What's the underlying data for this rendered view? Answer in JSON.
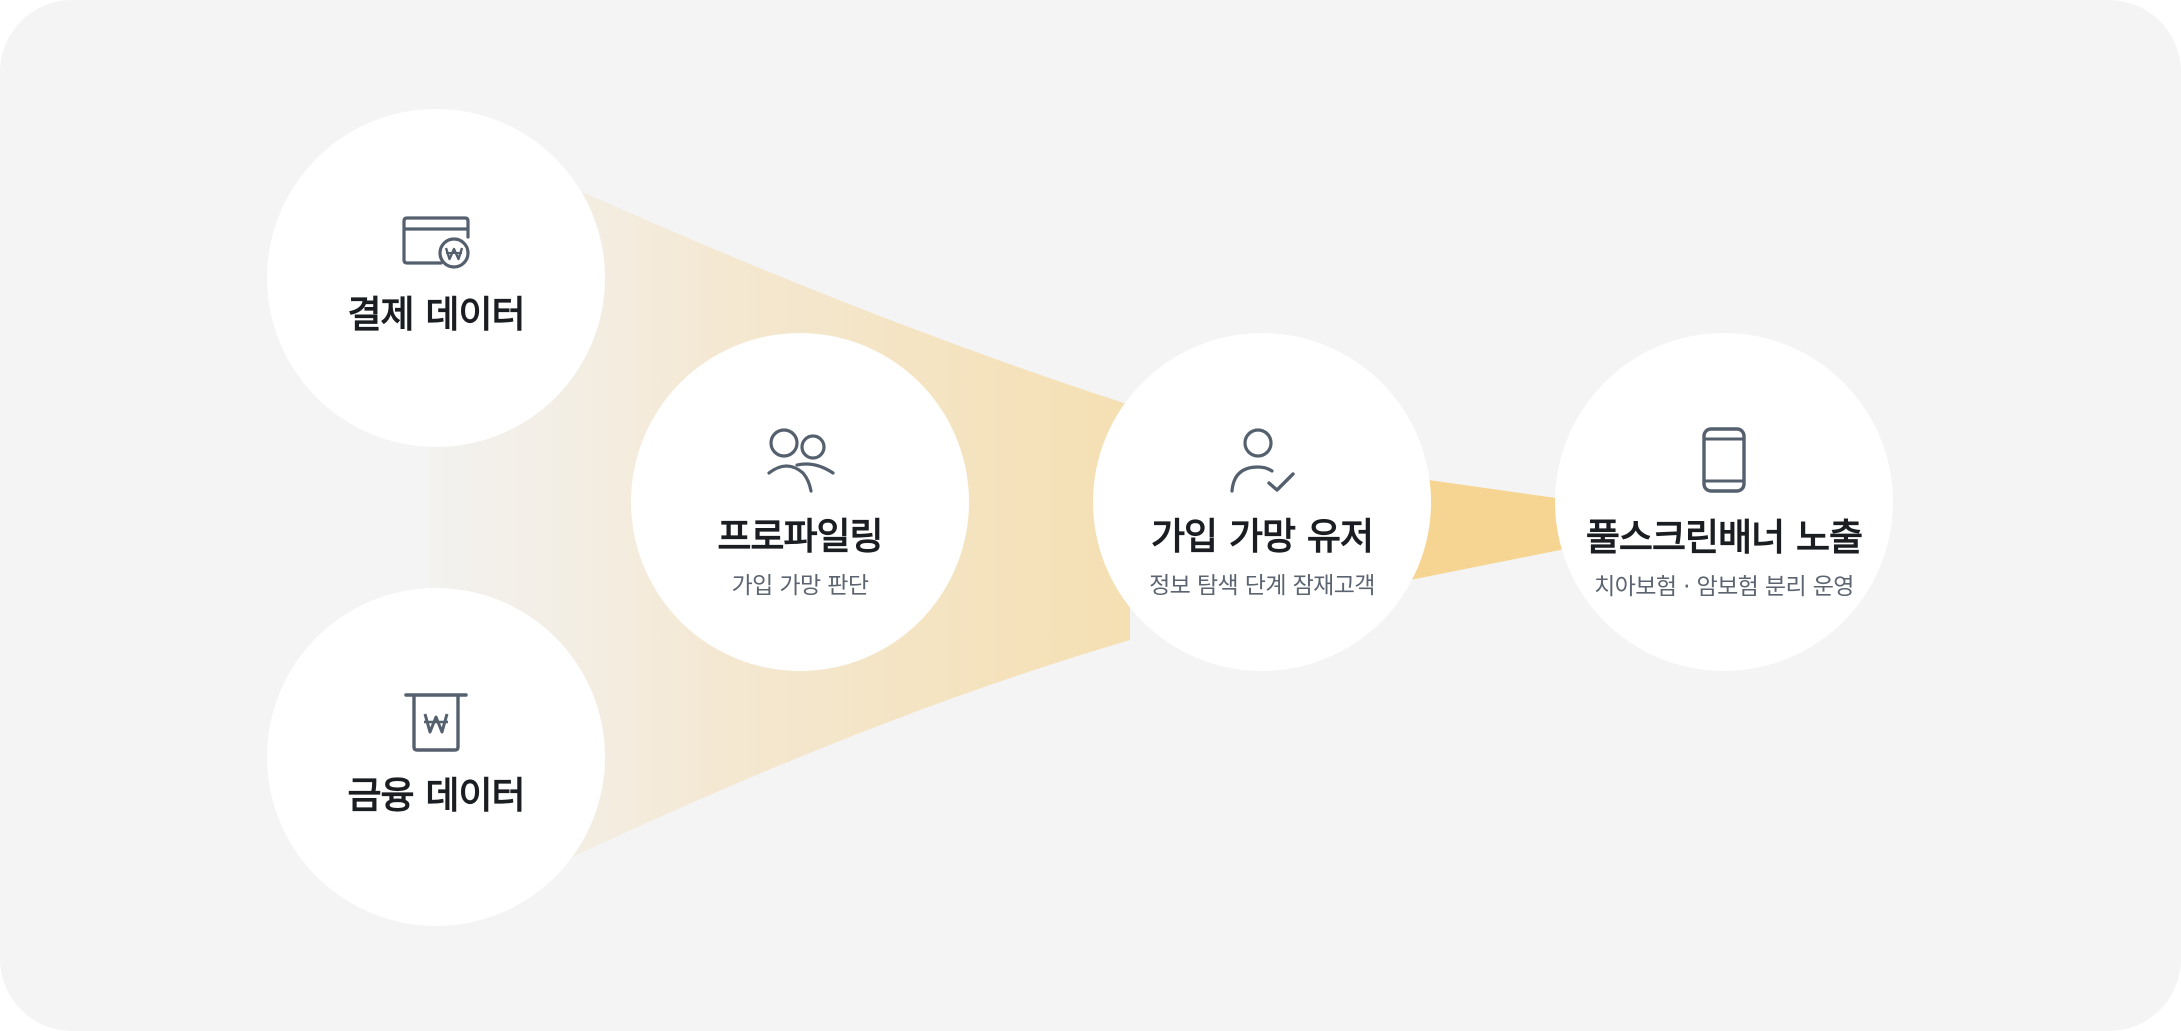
{
  "colors": {
    "background": "#f4f4f4",
    "node_fill": "#ffffff",
    "flow_start": "#f2f0ec",
    "flow_end": "#f6d592",
    "icon_stroke": "#55606e"
  },
  "nodes": {
    "payment": {
      "title": "결제 데이터",
      "icon": "card-won-icon"
    },
    "finance": {
      "title": "금융 데이터",
      "icon": "won-receipt-icon"
    },
    "profiling": {
      "title": "프로파일링",
      "subtitle": "가입 가망 판단",
      "icon": "users-icon"
    },
    "user": {
      "title": "가입 가망 유저",
      "subtitle": "정보 탐색 단계 잠재고객",
      "icon": "user-check-icon"
    },
    "banner": {
      "title": "풀스크린배너 노출",
      "subtitle": "치아보험 · 암보험 분리 운영",
      "icon": "mobile-phone-icon"
    }
  }
}
